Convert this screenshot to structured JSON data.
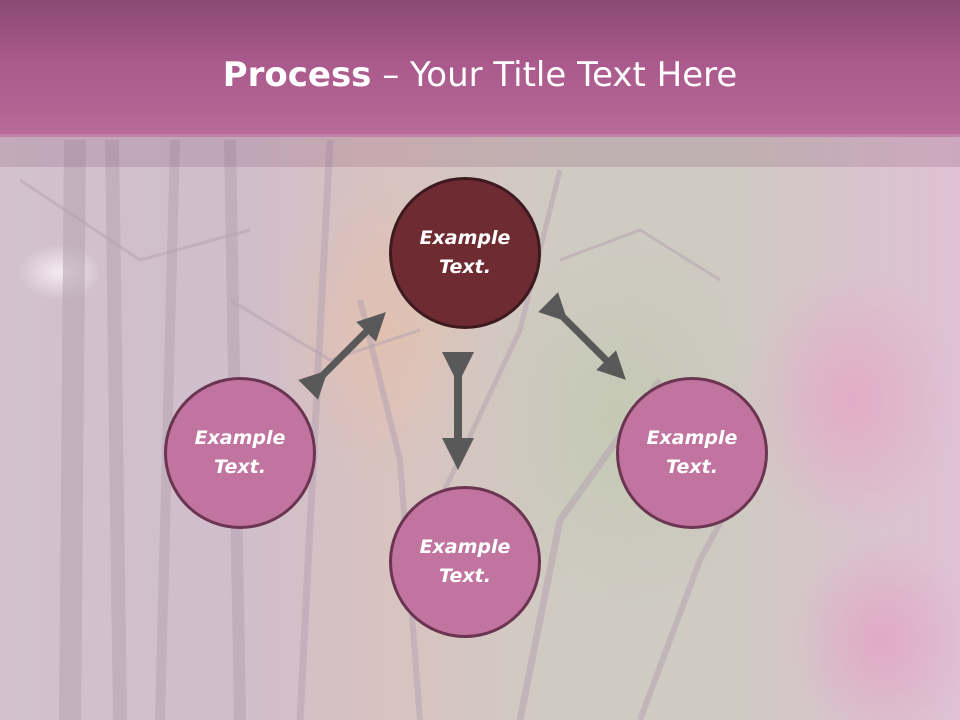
{
  "slide": {
    "title_bold": "Process",
    "title_rest": " – Your Title Text Here"
  },
  "nodes": {
    "center": {
      "line1": "Example",
      "line2": "Text."
    },
    "left": {
      "line1": "Example",
      "line2": "Text."
    },
    "right": {
      "line1": "Example",
      "line2": "Text."
    },
    "bottom": {
      "line1": "Example",
      "line2": "Text."
    }
  },
  "colors": {
    "title_bar": "#a9598b",
    "center_node": "#6e2c32",
    "outer_node": "#c0749f",
    "arrow": "#595959"
  }
}
